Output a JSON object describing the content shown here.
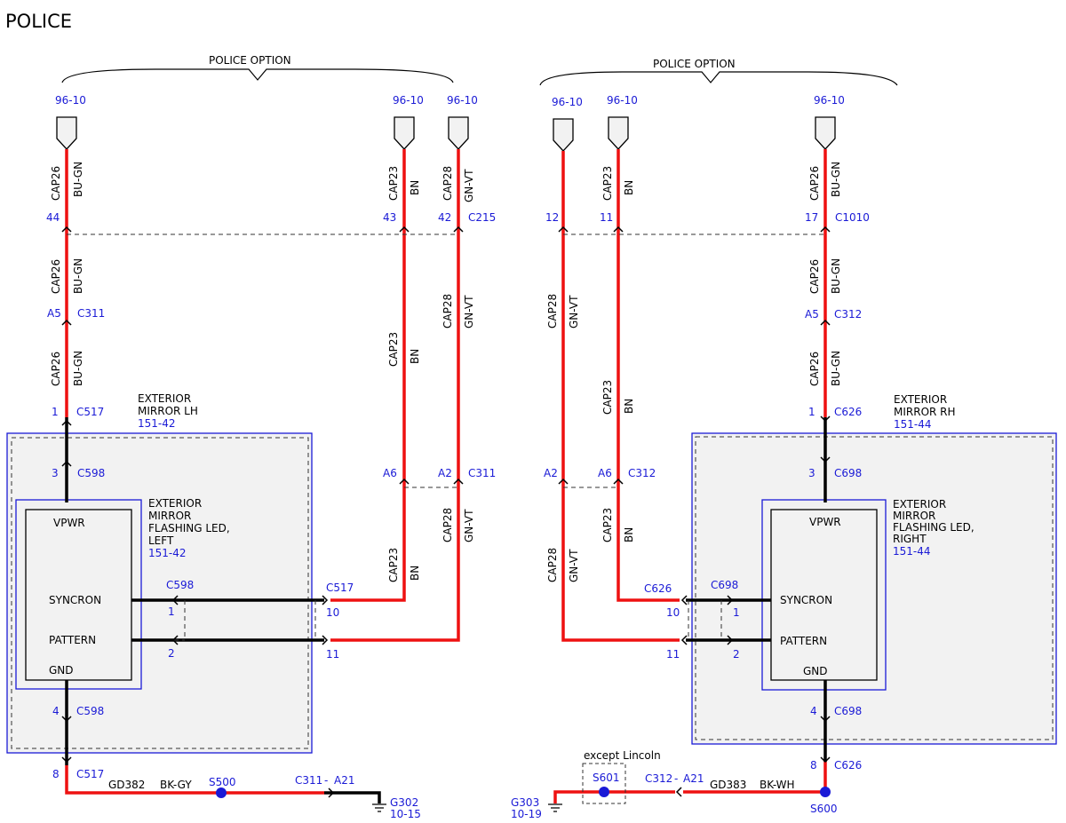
{
  "title": "POLICE",
  "option_labels": {
    "left": "POLICE OPTION",
    "right": "POLICE OPTION"
  },
  "colors": {
    "wire_red": "#ee1111",
    "wire_black": "#000000",
    "label_blue": "#1a1ad6",
    "module_fill": "#f2f2f2"
  },
  "icons": [
    "page-ref-connector-icon",
    "splice-dot-icon",
    "ground-symbol-icon",
    "connector-arrow-icon"
  ],
  "left": {
    "refs": {
      "a": "96-10",
      "b": "96-10",
      "c": "96-10"
    },
    "circuits": {
      "cap26": "CAP26",
      "bugn": "BU-GN",
      "cap23": "CAP23",
      "bn": "BN",
      "cap28": "CAP28",
      "gnvt": "GN-VT"
    },
    "pins": {
      "p44": "44",
      "p43": "43",
      "p42": "42",
      "c215": "C215",
      "a5": "A5",
      "c311": "C311",
      "p1": "1",
      "c517": "C517",
      "p3": "3",
      "c598": "C598",
      "a6": "A6",
      "a2": "A2",
      "c311b": "C311",
      "c598b": "C598",
      "s1": "1",
      "s2": "2",
      "c517b": "C517",
      "p10": "10",
      "p11": "11",
      "p4": "4",
      "c598c": "C598",
      "p8": "8",
      "c517c": "C517"
    },
    "module": {
      "line1": "EXTERIOR",
      "line2": "MIRROR LH",
      "ref": "151-42"
    },
    "led": {
      "line1": "EXTERIOR",
      "line2": "MIRROR",
      "line3": "FLASHING LED,",
      "line4": "LEFT",
      "ref": "151-42"
    },
    "terms": {
      "vpwr": "VPWR",
      "syncron": "SYNCRON",
      "pattern": "PATTERN",
      "gnd": "GND"
    },
    "ground": {
      "circuit": "GD382",
      "color": "BK-GY",
      "splice": "S500",
      "conn": "C311",
      "dash": "-",
      "pin": "A21",
      "g": "G302",
      "gref": "10-15"
    }
  },
  "right": {
    "refs": {
      "a": "96-10",
      "b": "96-10",
      "c": "96-10"
    },
    "circuits": {
      "cap26": "CAP26",
      "bugn": "BU-GN",
      "cap23": "CAP23",
      "bn": "BN",
      "cap28": "CAP28",
      "gnvt": "GN-VT"
    },
    "pins": {
      "p12": "12",
      "p11": "11",
      "p17": "17",
      "c1010": "C1010",
      "a5": "A5",
      "c312": "C312",
      "p1": "1",
      "c626": "C626",
      "p3": "3",
      "c698": "C698",
      "a2": "A2",
      "a6": "A6",
      "c312b": "C312",
      "c626b": "C626",
      "p10": "10",
      "p11b": "11",
      "c698b": "C698",
      "s1": "1",
      "s2": "2",
      "p4": "4",
      "c698c": "C698",
      "p8": "8",
      "c626c": "C626"
    },
    "module": {
      "line1": "EXTERIOR",
      "line2": "MIRROR RH",
      "ref": "151-44"
    },
    "led": {
      "line1": "EXTERIOR",
      "line2": "MIRROR",
      "line3": "FLASHING LED,",
      "line4": "RIGHT",
      "ref": "151-44"
    },
    "terms": {
      "vpwr": "VPWR",
      "syncron": "SYNCRON",
      "pattern": "PATTERN",
      "gnd": "GND"
    },
    "ground": {
      "circuit": "GD383",
      "color": "BK-WH",
      "splice": "S600",
      "conn": "C312",
      "dash": "-",
      "pin": "A21",
      "except": "except Lincoln",
      "splice2": "S601",
      "g": "G303",
      "gref": "10-19"
    }
  }
}
